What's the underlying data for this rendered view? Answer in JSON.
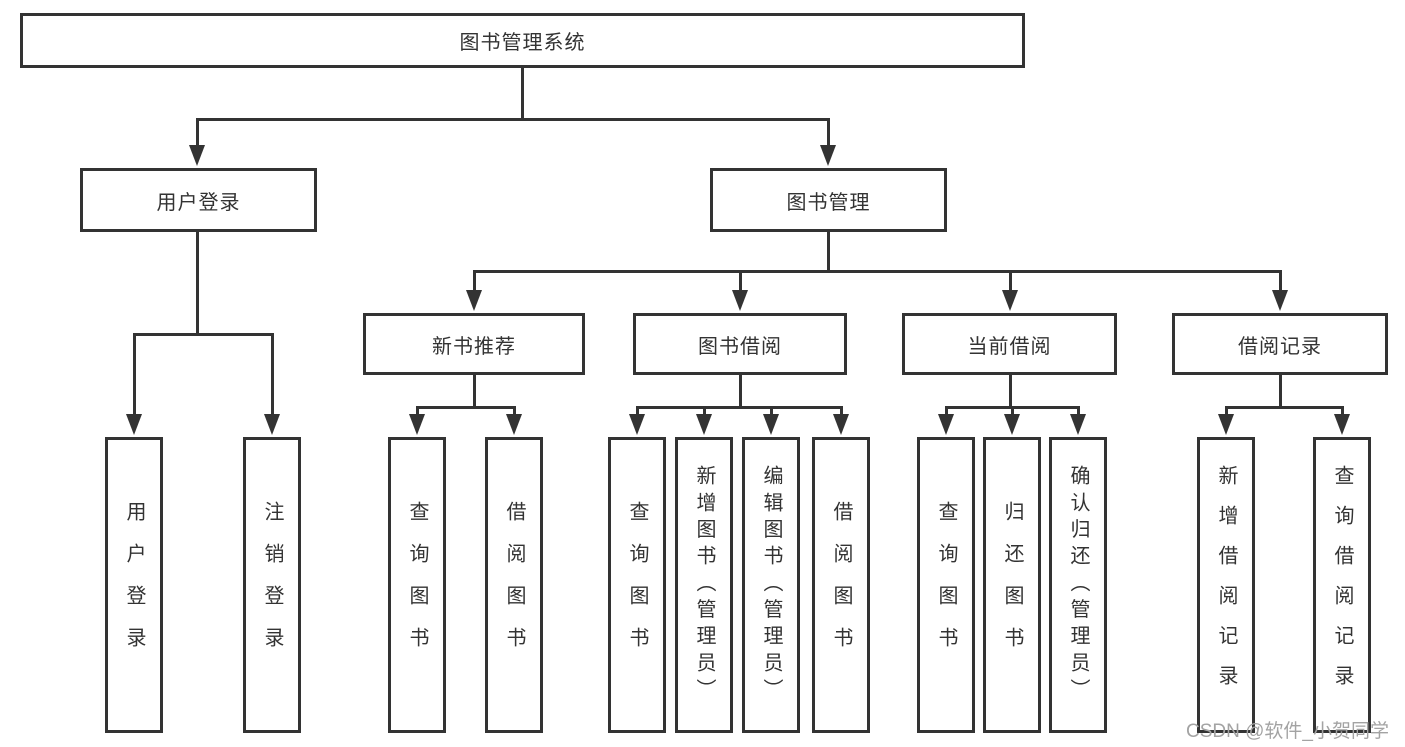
{
  "diagram": {
    "type": "tree",
    "orientation": "top-down",
    "line_color": "#333333",
    "box_border_color": "#333333",
    "text_color": "#333333",
    "background_color": "#ffffff",
    "tree": {
      "root": {
        "label": "图书管理系统",
        "children": [
          {
            "label": "用户登录",
            "children": [
              {
                "label": "用户登录"
              },
              {
                "label": "注销登录"
              }
            ]
          },
          {
            "label": "图书管理",
            "children": [
              {
                "label": "新书推荐",
                "children": [
                  {
                    "label": "查询图书"
                  },
                  {
                    "label": "借阅图书"
                  }
                ]
              },
              {
                "label": "图书借阅",
                "children": [
                  {
                    "label": "查询图书"
                  },
                  {
                    "label": "新增图书（管理员）"
                  },
                  {
                    "label": "编辑图书（管理员）"
                  },
                  {
                    "label": "借阅图书"
                  }
                ]
              },
              {
                "label": "当前借阅",
                "children": [
                  {
                    "label": "查询图书"
                  },
                  {
                    "label": "归还图书"
                  },
                  {
                    "label": "确认归还（管理员）"
                  }
                ]
              },
              {
                "label": "借阅记录",
                "children": [
                  {
                    "label": "新增借阅记录"
                  },
                  {
                    "label": "查询借阅记录"
                  }
                ]
              }
            ]
          }
        ]
      }
    }
  },
  "watermark": {
    "text": "CSDN @软件_小贺同学",
    "color": "#a3a3a3"
  }
}
